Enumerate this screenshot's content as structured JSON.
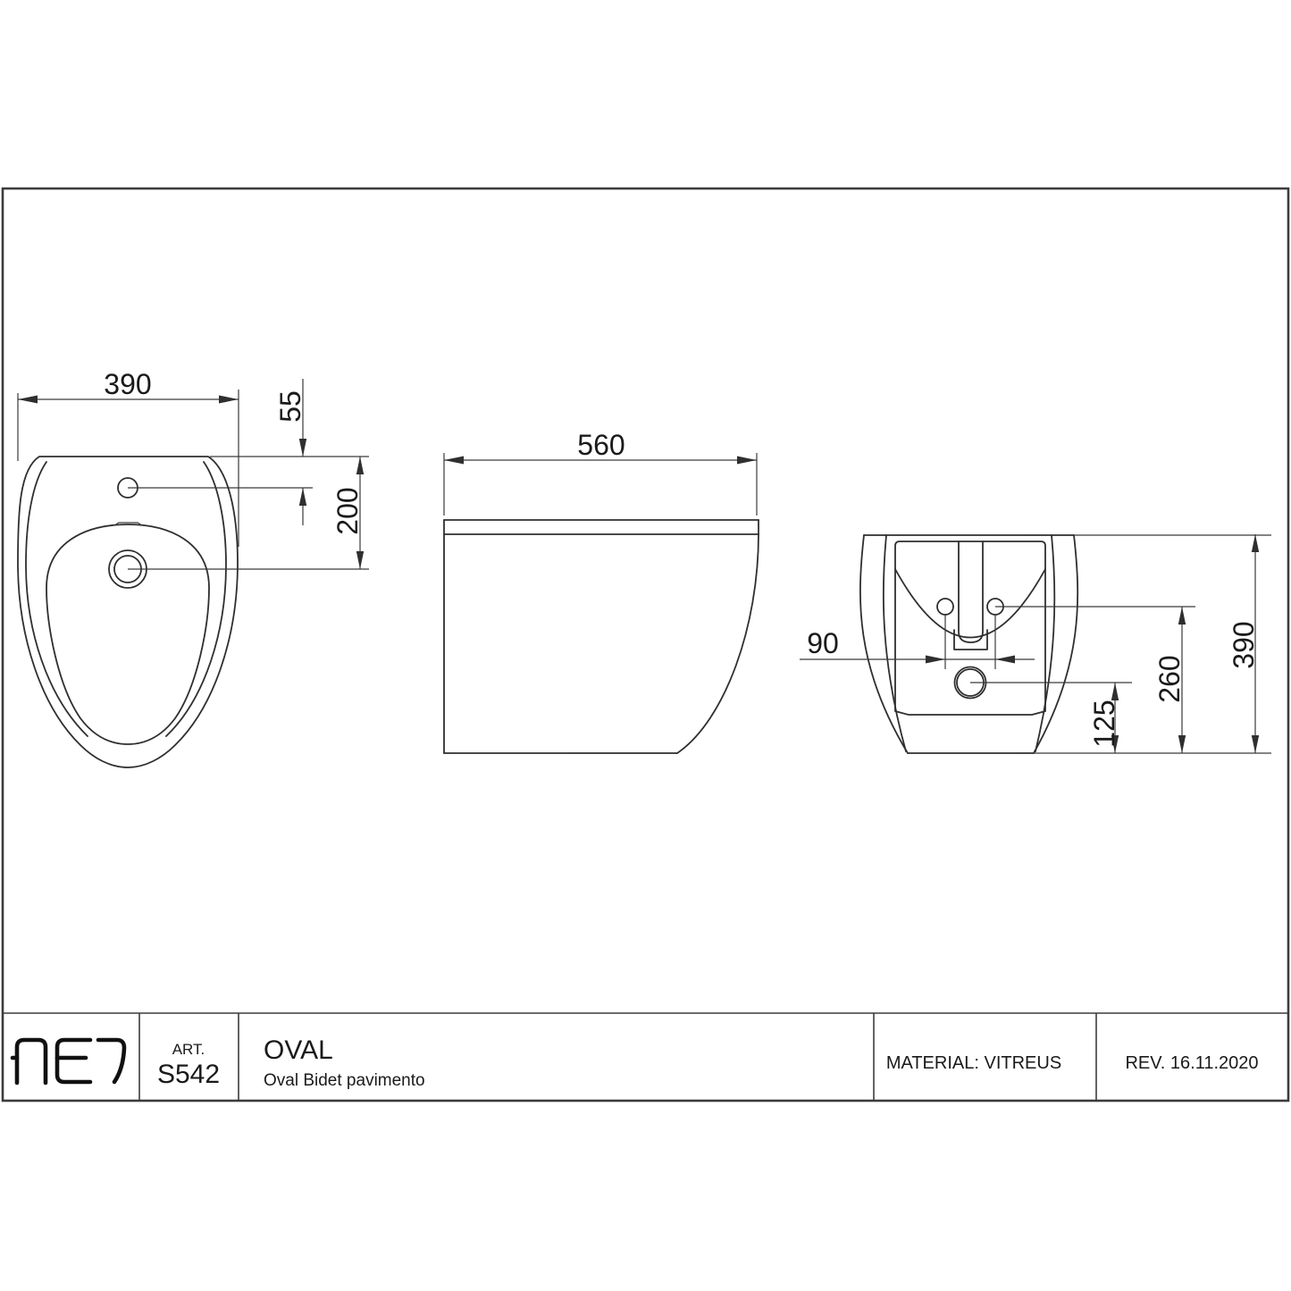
{
  "sheet": {
    "background": "#ffffff",
    "line_color": "#2f2f2f",
    "text_color": "#1a1a1a"
  },
  "dimensions": {
    "top_view": {
      "width": "390",
      "tap_hole_offset": "55",
      "drain_offset": "200"
    },
    "side_view": {
      "length": "560"
    },
    "front_view": {
      "hole_spacing": "90",
      "drain_height": "125",
      "hole_height": "260",
      "total_height": "390"
    }
  },
  "title_block": {
    "logo_text": "AET",
    "art_label": "ART.",
    "art_value": "S542",
    "product_name": "OVAL",
    "product_description": "Oval Bidet pavimento",
    "material": "MATERIAL: VITREUS",
    "revision": "REV. 16.11.2020"
  }
}
